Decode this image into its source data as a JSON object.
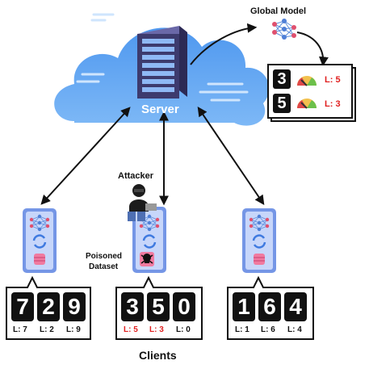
{
  "server_label": "Server",
  "global_model_label": "Global Model",
  "attacker_label": "Attacker",
  "poisoned_label_line1": "Poisoned",
  "poisoned_label_line2": "Dataset",
  "clients_label": "Clients",
  "predictions": [
    {
      "digit": "3",
      "label": "L: 5"
    },
    {
      "digit": "5",
      "label": "L: 3"
    }
  ],
  "clients": [
    {
      "samples": [
        {
          "digit": "7",
          "label": "L: 7"
        },
        {
          "digit": "2",
          "label": "L: 2"
        },
        {
          "digit": "9",
          "label": "L: 9"
        }
      ]
    },
    {
      "samples": [
        {
          "digit": "3",
          "label": "L: 5"
        },
        {
          "digit": "5",
          "label": "L: 3"
        },
        {
          "digit": "0",
          "label": "L: 0"
        }
      ]
    },
    {
      "samples": [
        {
          "digit": "1",
          "label": "L: 1"
        },
        {
          "digit": "6",
          "label": "L: 6"
        },
        {
          "digit": "4",
          "label": "L: 4"
        }
      ]
    }
  ],
  "colors": {
    "cloud": "#5aa2f0",
    "cloud_light": "#a9d1fb",
    "server": "#3d3b6e",
    "phone": "#6d8fe3",
    "poison_label": "#e02020",
    "normal_label": "#111111"
  }
}
